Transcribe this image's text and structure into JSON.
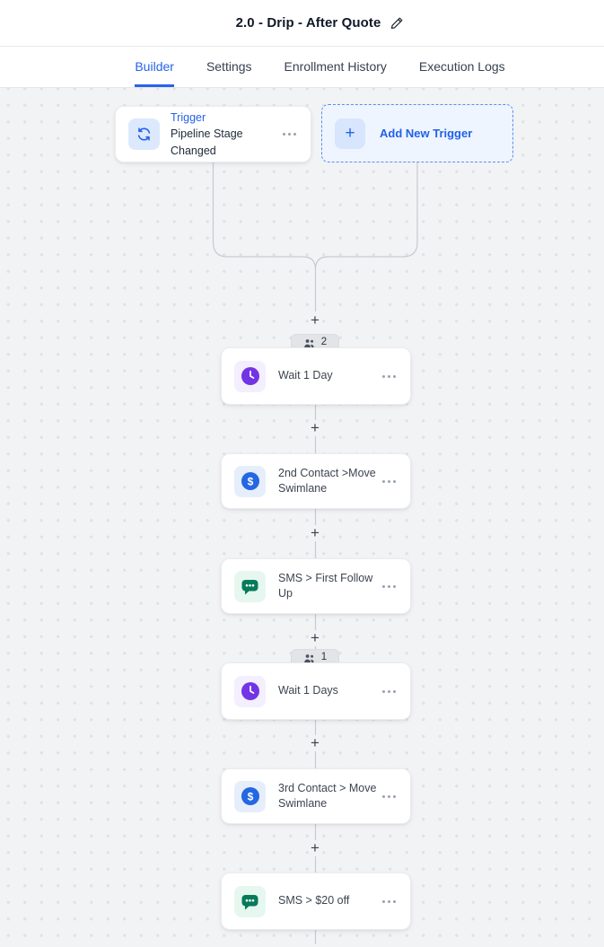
{
  "header": {
    "title": "2.0 - Drip - After Quote"
  },
  "tabs": {
    "builder": "Builder",
    "settings": "Settings",
    "enrollment_history": "Enrollment History",
    "execution_logs": "Execution Logs"
  },
  "canvas": {
    "trigger": {
      "label": "Trigger",
      "name": "Pipeline Stage Changed"
    },
    "add_trigger_label": "Add New Trigger",
    "plus": "+",
    "badges": [
      "2",
      "1"
    ],
    "steps": [
      {
        "type": "wait",
        "title": "Wait 1 Day"
      },
      {
        "type": "opportunity",
        "title": "2nd Contact >Move Swimlane"
      },
      {
        "type": "sms",
        "title": "SMS > First Follow Up"
      },
      {
        "type": "wait",
        "title": "Wait 1 Days"
      },
      {
        "type": "opportunity",
        "title": "3rd Contact > Move Swimlane"
      },
      {
        "type": "sms",
        "title": "SMS > $20 off"
      }
    ]
  },
  "colors": {
    "accent_blue": "#2563eb",
    "wait_purple": "#7334e6",
    "opportunity_blue": "#2467e3",
    "sms_green": "#077a5b",
    "canvas_bg": "#f2f3f5"
  }
}
